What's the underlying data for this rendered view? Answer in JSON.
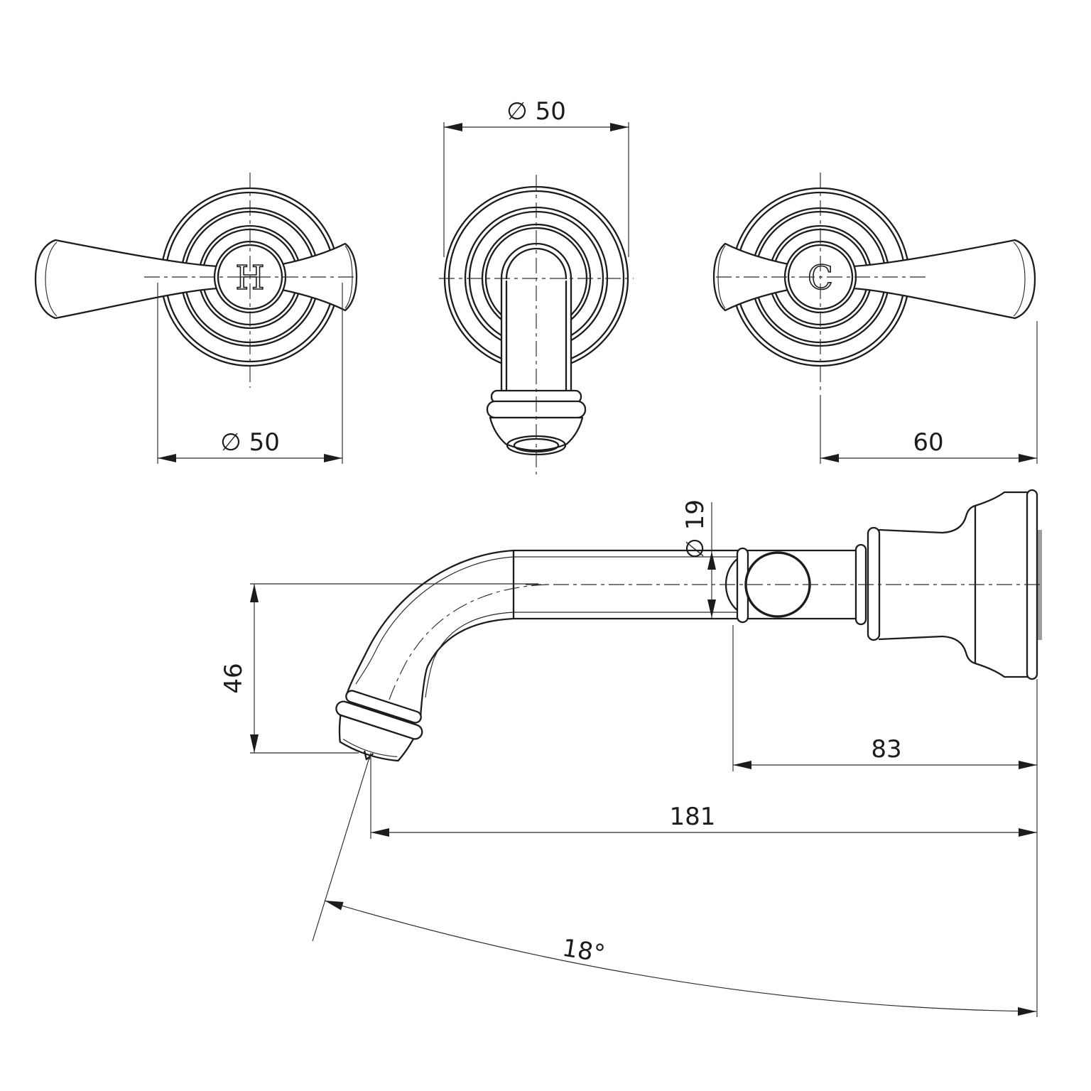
{
  "colors": {
    "line": "#1c1c1c",
    "wall_section": "#9e9e9e",
    "background": "#ffffff"
  },
  "views": {
    "front_hot_handle": {
      "letter": "H"
    },
    "front_cold_handle": {
      "letter": "C"
    }
  },
  "labels": {
    "spout_flange_dia": "∅ 50",
    "hot_flange_dia": "∅ 50",
    "cold_handle_length": "60",
    "spout_tube_dia": "∅ 19",
    "drop_height": "46",
    "wall_to_ball": "83",
    "wall_to_tip": "181",
    "outlet_angle": "18°"
  }
}
